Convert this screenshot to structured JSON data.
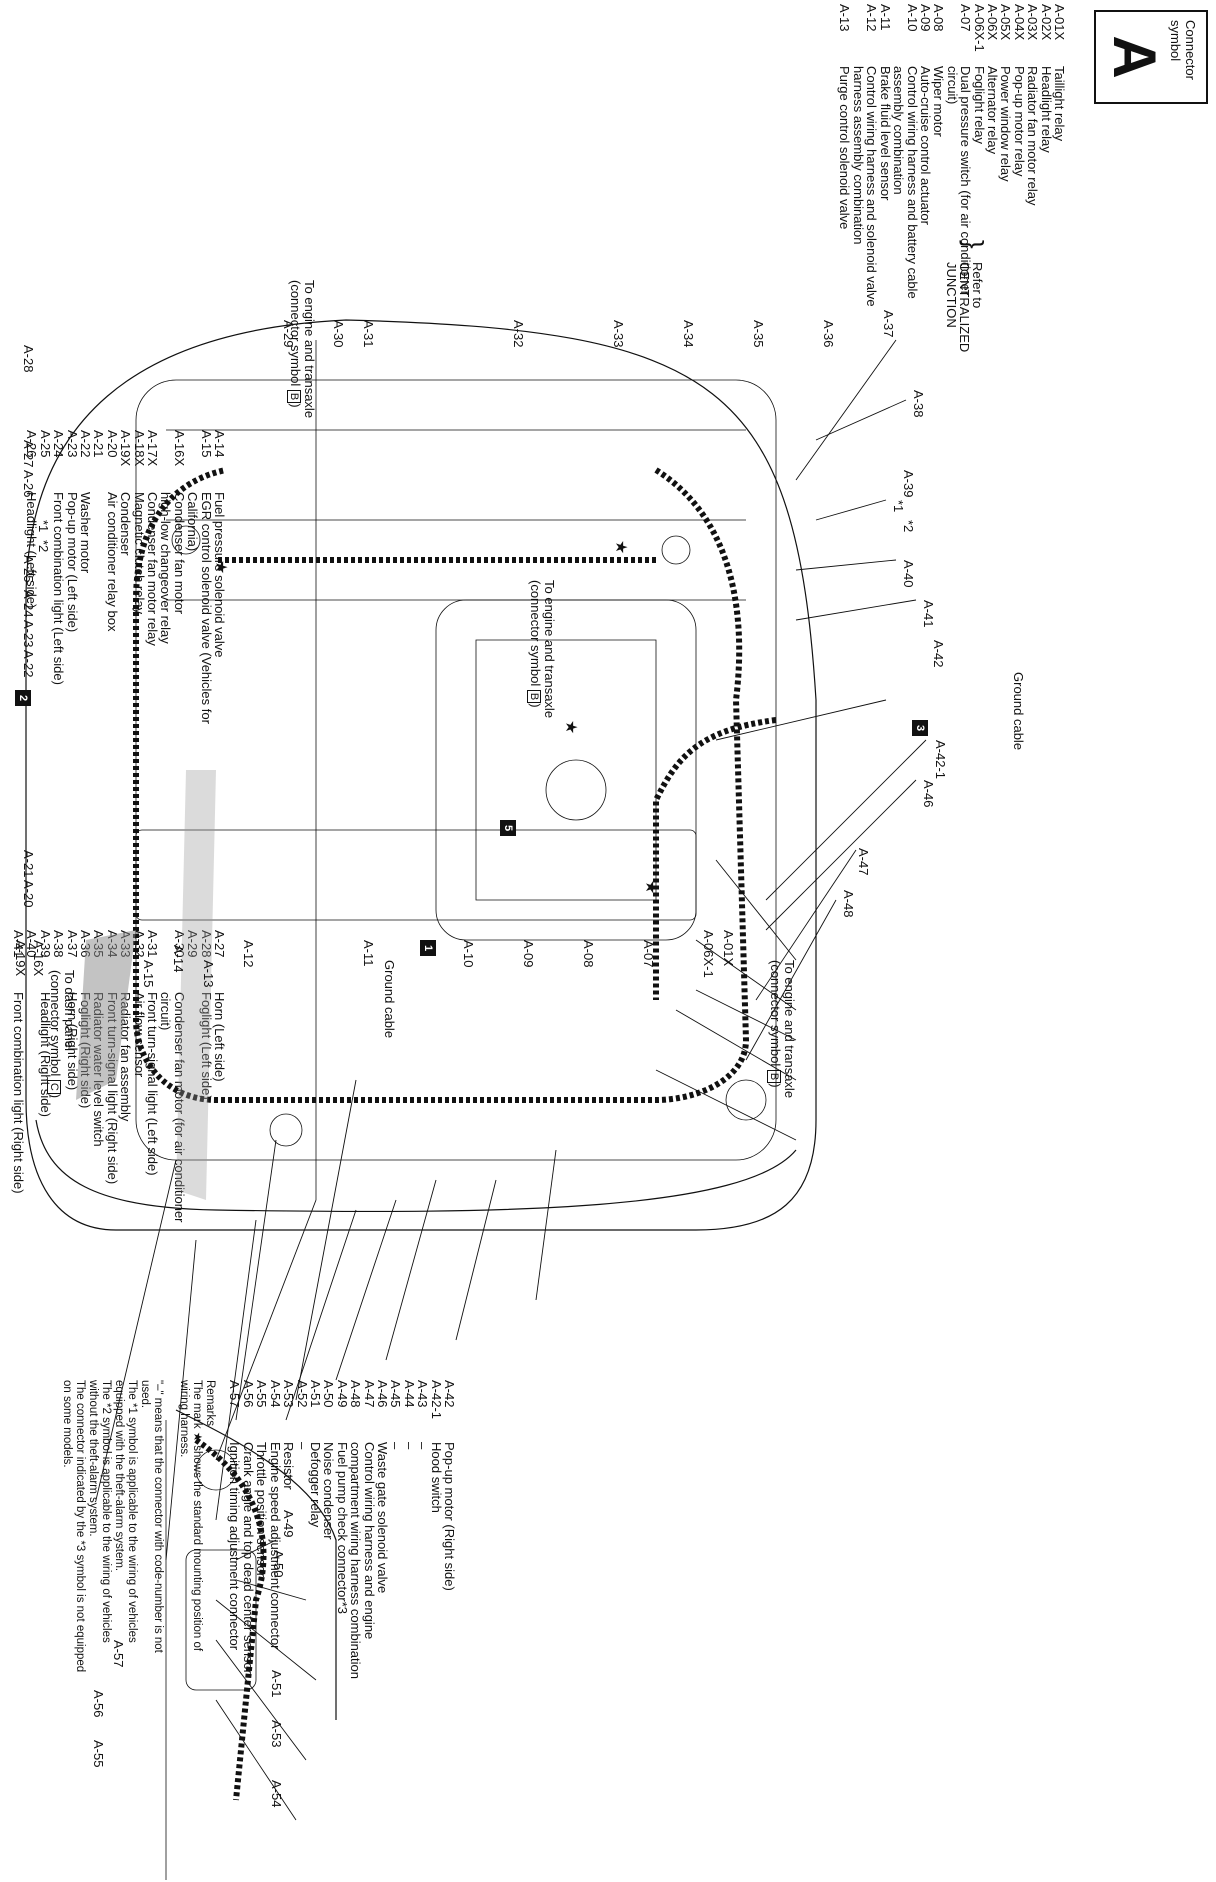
{
  "symbol": {
    "label_line1": "Connector",
    "label_line2": "symbol",
    "letter": "A"
  },
  "left_legend": [
    {
      "code": "A-01X",
      "name": "Taillight relay"
    },
    {
      "code": "A-02X",
      "name": "Headlight relay"
    },
    {
      "code": "A-03X",
      "name": "Radiator fan motor relay"
    },
    {
      "code": "A-04X",
      "name": "Pop-up motor relay"
    },
    {
      "code": "A-05X",
      "name": "Power window relay"
    },
    {
      "code": "A-06X",
      "name": "Alternator relay"
    },
    {
      "code": "A-06X-1",
      "name": "Foglight relay"
    },
    {
      "code": "A-07",
      "name": "Dual pressure switch (for air conditioner"
    },
    {
      "code": "",
      "name": "circuit)"
    },
    {
      "code": "A-08",
      "name": "Wiper motor"
    },
    {
      "code": "A-09",
      "name": "Auto-cruise control actuator"
    },
    {
      "code": "A-10",
      "name": "Control wiring harness and battery cable"
    },
    {
      "code": "",
      "name": "assembly combination"
    },
    {
      "code": "A-11",
      "name": "Brake fluid level sensor"
    },
    {
      "code": "A-12",
      "name": "Control wiring harness and solenoid valve"
    },
    {
      "code": "",
      "name": "harness assembly combination"
    },
    {
      "code": "A-13",
      "name": "Purge control solenoid valve"
    }
  ],
  "refer_note": {
    "line1": "Refer to",
    "line2": "CENTRALIZED",
    "line3": "JUNCTION"
  },
  "middle_legend": [
    {
      "code": "A-14",
      "name": "Fuel pressure solenoid valve"
    },
    {
      "code": "A-15",
      "name": "EGR control solenoid valve (Vehicles for"
    },
    {
      "code": "",
      "name": "California)"
    },
    {
      "code": "A-16X",
      "name": "Condenser fan motor"
    },
    {
      "code": "",
      "name": "high-low changeover relay"
    },
    {
      "code": "A-17X",
      "name": "Condenser fan motor relay"
    },
    {
      "code": "A-18X",
      "name": "Magnetic clutch relay"
    },
    {
      "code": "A-19X",
      "name": "Condenser"
    },
    {
      "code": "A-20",
      "name": "Air conditioner relay box"
    },
    {
      "code": "A-21",
      "name": ""
    },
    {
      "code": "A-22",
      "name": "Washer motor"
    },
    {
      "code": "A-23",
      "name": "Pop-up motor (Left side)"
    },
    {
      "code": "A-24",
      "name": "Front combination light (Left side)"
    },
    {
      "code": "A-25",
      "name": ""
    },
    {
      "code": "A-26",
      "name": "Headlight (Left side)"
    }
  ],
  "right_legend": [
    {
      "code": "A-27",
      "name": "Horn (Left side)"
    },
    {
      "code": "A-28",
      "name": "Foglight (Left side)"
    },
    {
      "code": "A-29",
      "name": ""
    },
    {
      "code": "A-30",
      "name": "Condenser fan motor (for air conditioner"
    },
    {
      "code": "",
      "name": "circuit)"
    },
    {
      "code": "A-31",
      "name": "Front turn-signal light (Left side)"
    },
    {
      "code": "A-32",
      "name": "Air flow sensor"
    },
    {
      "code": "A-33",
      "name": "Radiator fan assembly"
    },
    {
      "code": "A-34",
      "name": "Front turn-signal light (Right side)"
    },
    {
      "code": "A-35",
      "name": "Radiator water level switch"
    },
    {
      "code": "A-36",
      "name": "Foglight (Right side)"
    },
    {
      "code": "A-37",
      "name": "Horn (Right side)"
    },
    {
      "code": "A-38",
      "name": ""
    },
    {
      "code": "A-39",
      "name": "Headlight (Right side)"
    },
    {
      "code": "A-40",
      "name": ""
    },
    {
      "code": "A-41",
      "name": "Front combination light (Right side)"
    }
  ],
  "far_legend": [
    {
      "code": "A-42",
      "name": "Pop-up motor (Right side)"
    },
    {
      "code": "A-42-1",
      "name": "Hood switch"
    },
    {
      "code": "A-43",
      "name": "–"
    },
    {
      "code": "A-44",
      "name": "–"
    },
    {
      "code": "A-45",
      "name": "–"
    },
    {
      "code": "A-46",
      "name": "Waste gate solenoid valve"
    },
    {
      "code": "A-47",
      "name": "Control wiring harness and engine"
    },
    {
      "code": "A-48",
      "name": "compartment wiring harness combination"
    },
    {
      "code": "A-49",
      "name": "Fuel pump check connector*3"
    },
    {
      "code": "A-50",
      "name": "Noise condenser"
    },
    {
      "code": "A-51",
      "name": "Defogger relay"
    },
    {
      "code": "A-52",
      "name": "–"
    },
    {
      "code": "A-53",
      "name": "Resistor"
    },
    {
      "code": "A-54",
      "name": "Engine speed adjustment connector"
    },
    {
      "code": "A-55",
      "name": "Throttle position sensor"
    },
    {
      "code": "A-56",
      "name": "Crank angle and top dead center sensor"
    },
    {
      "code": "A-57",
      "name": "Ignition timing adjustment connector"
    }
  ],
  "remarks": {
    "title": "Remarks",
    "lines": [
      "The mark ★ shows the standard mounting position of",
      "wiring harness.",
      "",
      "\"–\" means that the connector with code-number is not",
      "used.",
      "The *1 symbol is applicable to the wiring of vehicles",
      "equipped with the theft-alarm system.",
      "The *2 symbol is applicable to the wiring of vehicles",
      "without the theft-alarm system.",
      "The connector indicated by the *3 symbol is not equipped",
      "on some models."
    ]
  },
  "callouts": {
    "top": [
      "A-48",
      "A-47",
      "A-46",
      "A-42-1",
      "A-42",
      "A-41",
      "A-40",
      "*2",
      "*1",
      "A-39",
      "A-38"
    ],
    "ground_cable_top": "Ground cable",
    "a01x": "A-01X",
    "a06x1": "A-06X-1",
    "a07": "A-07",
    "a08": "A-08",
    "a09": "A-09",
    "a10": "A-10",
    "a11": "A-11",
    "a12": "A-12",
    "a13": "A-13",
    "a14": "A-14",
    "a15": "A-15",
    "ground_cable_right": "Ground cable",
    "engine_top_1": "To engine and transaxle",
    "engine_top_2": "(connector symbol",
    "engine_mid_1": "To engine and transaxle",
    "engine_mid_2": "(connector symbol",
    "engine_bot_1": "To engine and transaxle",
    "engine_bot_2": "(connector symbol",
    "dash_1": "To dash panel",
    "dash_2": "(connector symbol",
    "sym_b": "B",
    "sym_c": "C",
    "a16x": "A-16X",
    "a19x": "A-19X",
    "bottom_right": [
      "A-20",
      "A-21",
      "A-22",
      "A-23",
      "A-24",
      "A-25",
      "*2",
      "*1",
      "A-26",
      "A-27",
      "A-28"
    ],
    "left_edge": [
      "A-37",
      "A-36",
      "A-35",
      "A-34",
      "A-33",
      "A-32",
      "A-31",
      "A-30",
      "A-29"
    ],
    "inset": [
      "A-49",
      "A-50",
      "A-51",
      "A-53",
      "A-54",
      "A-57",
      "A-56",
      "A-55"
    ],
    "badges": [
      "1",
      "2",
      "3",
      "5"
    ]
  }
}
